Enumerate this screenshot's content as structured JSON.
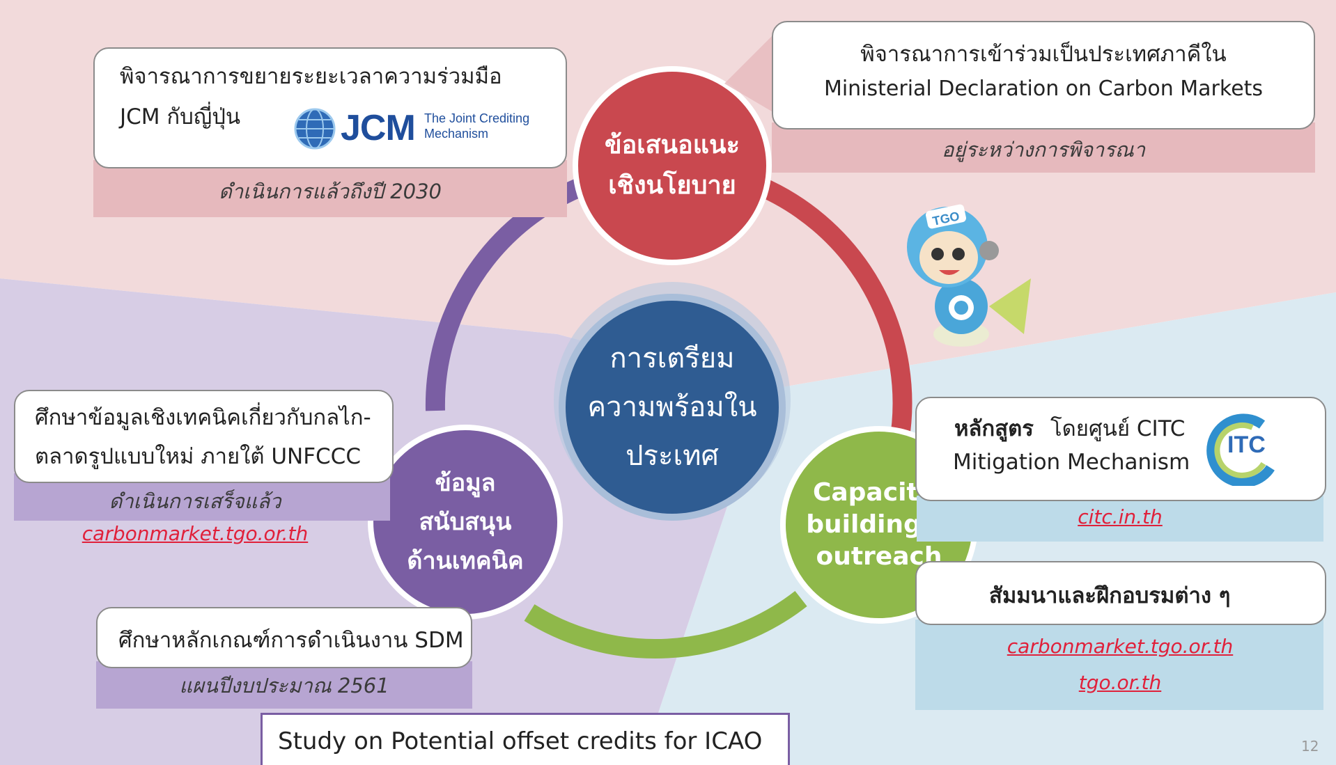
{
  "colors": {
    "red": "#c9484f",
    "purple": "#7a5ea3",
    "green": "#8fb84a",
    "blue": "#2f5c92",
    "link": "#e0203a"
  },
  "center": {
    "lines": [
      "การเตรียม",
      "ความพร้อมใน",
      "ประเทศ"
    ]
  },
  "policy": {
    "circle_lines": [
      "ข้อเสนอแนะ",
      "เชิงนโยบาย"
    ],
    "jcm_box": {
      "line1": "พิจารณาการขยายระยะเวลาความร่วมมือ",
      "line2": "JCM กับญี่ปุ่น",
      "logo_text": "JCM",
      "logo_sub1": "The Joint Crediting",
      "logo_sub2": "Mechanism",
      "status": "ดำเนินการแล้วถึงปี 2030"
    },
    "declaration_box": {
      "line1": "พิจารณาการเข้าร่วมเป็นประเทศภาคีใน",
      "line2": "Ministerial Declaration on Carbon Markets",
      "status": "อยู่ระหว่างการพิจารณา"
    }
  },
  "technical": {
    "circle_lines": [
      "ข้อมูล",
      "สนับสนุน",
      "ด้านเทคนิค"
    ],
    "study_box": {
      "line1": "ศึกษาข้อมูลเชิงเทคนิคเกี่ยวกับกลไก-",
      "line2": "ตลาดรูปแบบใหม่ ภายใต้ UNFCCC",
      "status": "ดำเนินการเสร็จแล้ว",
      "link": "carbonmarket.tgo.or.th"
    },
    "sdm_box": {
      "line1": "ศึกษาหลักเกณฑ์การดำเนินงาน SDM",
      "status": "แผนปีงบประมาณ 2561"
    },
    "icao_box": {
      "line1": "Study on Potential offset credits for ICAO"
    }
  },
  "capacity": {
    "circle_lines": [
      "Capacity-",
      "building &",
      "outreach"
    ],
    "course_box": {
      "label": "หลักสูตร",
      "by": "โดยศูนย์ CITC",
      "line2": "Mitigation Mechanism",
      "logo_text": "ITC",
      "link": "citc.in.th"
    },
    "seminar_box": {
      "line1": "สัมมนาและฝึกอบรมต่าง ๆ",
      "link1": "carbonmarket.tgo.or.th",
      "link2": "tgo.or.th"
    }
  },
  "mascot": {
    "badge": "TGO"
  },
  "page_number": "12"
}
